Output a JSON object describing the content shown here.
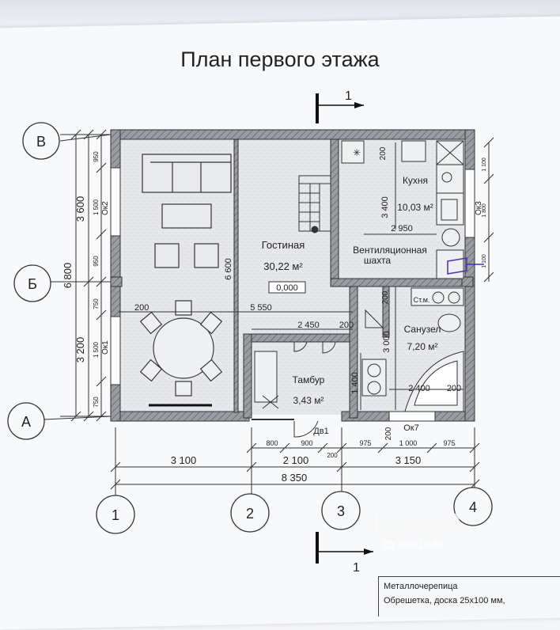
{
  "plan": {
    "title": "План первого этажа",
    "section_mark": "1"
  },
  "axes": {
    "rows": [
      "В",
      "Б",
      "А"
    ],
    "cols": [
      "1",
      "2",
      "3",
      "4"
    ]
  },
  "rooms": [
    {
      "name": "Гостиная",
      "area": "30,22 м²"
    },
    {
      "name": "Кухня",
      "area": "10,03 м²"
    },
    {
      "name": "Санузел",
      "area": "7,20 м²"
    },
    {
      "name": "Тамбур",
      "area": "3,43 м²"
    }
  ],
  "labels": {
    "vent": "Вентиляционная",
    "vent2": "шахта",
    "level": "0,000",
    "stm": "Ст.м.",
    "door": "Дв1",
    "ok1": "Ок1",
    "ok2": "Ок2",
    "ok3": "Ок3",
    "ok7": "Ок7"
  },
  "dims": {
    "left_total": "6 800",
    "left_upper": "3 600",
    "left_lower": "3 200",
    "left_950a": "950",
    "left_1500a": "1 500",
    "left_950b": "950",
    "left_750a": "750",
    "left_1500b": "1 500",
    "left_750b": "750",
    "inner_6600": "6 600",
    "k_200": "200",
    "k_3400": "3 400",
    "k_2950": "2 950",
    "g_200": "200",
    "g_5550": "5 550",
    "c_2450": "2 450",
    "c_200": "200",
    "s_200": "200",
    "s_3000": "3 000",
    "t_1400": "1 400",
    "s_2400": "2 400",
    "s_200b": "200",
    "b_200": "200",
    "r_1100a": "1 100",
    "r_1800": "1 800",
    "r_1100b": "1 100",
    "b_800": "800",
    "b_900": "900",
    "b_200s": "200",
    "b_975a": "975",
    "b_1000": "1 000",
    "b_975b": "975",
    "b_3100": "3 100",
    "b_2100": "2 100",
    "b_3150": "3 150",
    "b_8350": "8 350"
  },
  "title_block": {
    "line1": "Металлочерепица",
    "line2": "Обрешетка, доска 25х100 мм,"
  },
  "watermark": {
    "brand": "ЦИАН",
    "id": "ID 8591886"
  }
}
